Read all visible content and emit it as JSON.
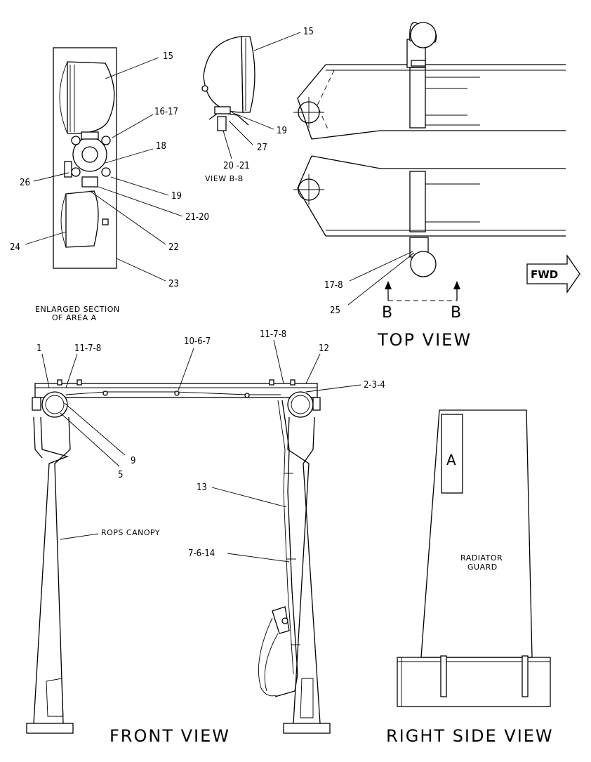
{
  "views": {
    "enlarged_section": "ENLARGED SECTION",
    "enlarged_section_2": "OF AREA A",
    "view_bb": "VIEW B-B",
    "top_view": "TOP VIEW",
    "front_view": "FRONT VIEW",
    "right_side_view": "RIGHT SIDE VIEW"
  },
  "direction": {
    "fwd": "FWD"
  },
  "section_markers": {
    "b_left": "B",
    "b_right": "B",
    "area": "A"
  },
  "components": {
    "rops_canopy": "ROPS CANOPY",
    "radiator_guard_1": "RADIATOR",
    "radiator_guard_2": "GUARD"
  },
  "callouts": {
    "c15a": "15",
    "c16_17": "16-17",
    "c18": "18",
    "c26": "26",
    "c19a": "19",
    "c21_20": "21-20",
    "c22": "22",
    "c24": "24",
    "c23": "23",
    "c15b": "15",
    "c19b": "19",
    "c27": "27",
    "c20_21": "20 -21",
    "c17_8": "17-8",
    "c25": "25",
    "c1": "1",
    "c11_7_8a": "11-7-8",
    "c10_6_7": "10-6-7",
    "c11_7_8b": "11-7-8",
    "c12": "12",
    "c2_3_4": "2-3-4",
    "c9": "9",
    "c5": "5",
    "c13": "13",
    "c7_6_14": "7-6-14"
  }
}
